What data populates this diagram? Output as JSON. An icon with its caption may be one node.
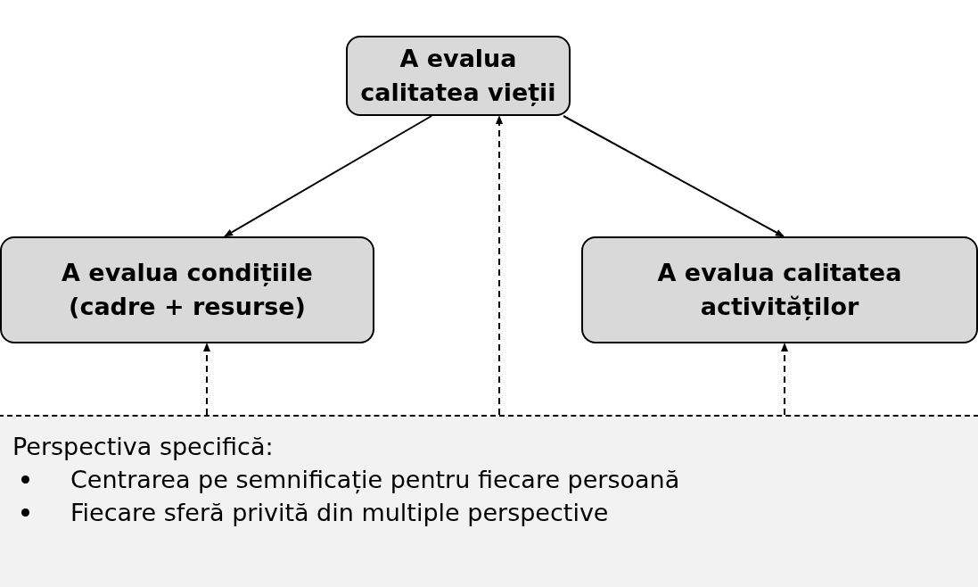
{
  "diagram": {
    "nodes": [
      {
        "text": [
          "A evalua calitatea vieții"
        ]
      },
      {
        "text": [
          "A evalua condițiile (cadre + resurse)"
        ]
      },
      {
        "text": [
          "A evalua calitatea activităților"
        ]
      },
      {
        "text": [
          "Perspectiva specifică:",
          "Centrarea pe semnificație pentru fiecare persoană",
          "Fiecare sferă privită din multiple perspective"
        ]
      }
    ],
    "edges": [
      {
        "from": 0,
        "to": 1,
        "arrow": "to"
      },
      {
        "from": 0,
        "to": 2,
        "arrow": "to"
      },
      {
        "from": 3,
        "to": 1,
        "arrow": "to",
        "style": "dashed"
      },
      {
        "from": 3,
        "to": 0,
        "arrow": "to",
        "style": "dashed"
      },
      {
        "from": 3,
        "to": 2,
        "arrow": "to",
        "style": "dashed"
      }
    ]
  }
}
